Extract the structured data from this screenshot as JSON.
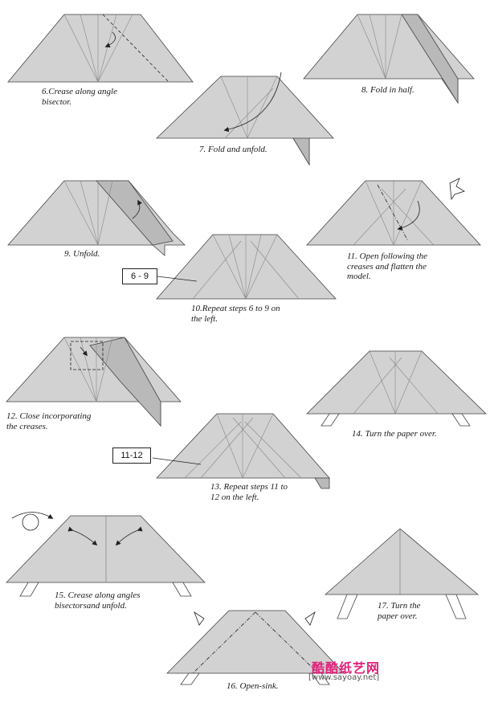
{
  "colors": {
    "paper": "#d2d2d2",
    "paper_dark": "#b9b9b9",
    "line": "#444444",
    "watermark": "#e0207a"
  },
  "steps": [
    {
      "id": "6",
      "caption": "6.Crease along angle\nbisector."
    },
    {
      "id": "7",
      "caption": "7. Fold and unfold."
    },
    {
      "id": "8",
      "caption": "8. Fold in half."
    },
    {
      "id": "9",
      "caption": "9. Unfold."
    },
    {
      "id": "10",
      "caption": "10.Repeat steps 6 to 9 on\nthe left.",
      "ref": "6 - 9"
    },
    {
      "id": "11",
      "caption": "11. Open following the\ncreases and flatten the\nmodel."
    },
    {
      "id": "12",
      "caption": "12. Close incorporating\nthe creases."
    },
    {
      "id": "13",
      "caption": "13. Repeat steps 11 to\n12 on the left.",
      "ref": "11-12"
    },
    {
      "id": "14",
      "caption": "14. Turn the paper over."
    },
    {
      "id": "15",
      "caption": "15. Crease along angles\nbisectorsand unfold."
    },
    {
      "id": "16",
      "caption": "16. Open-sink."
    },
    {
      "id": "17",
      "caption": "17. Turn the\npaper over."
    }
  ],
  "watermark": {
    "logo_text": "酷酷纸艺网",
    "url": "www.sayoay.net"
  }
}
